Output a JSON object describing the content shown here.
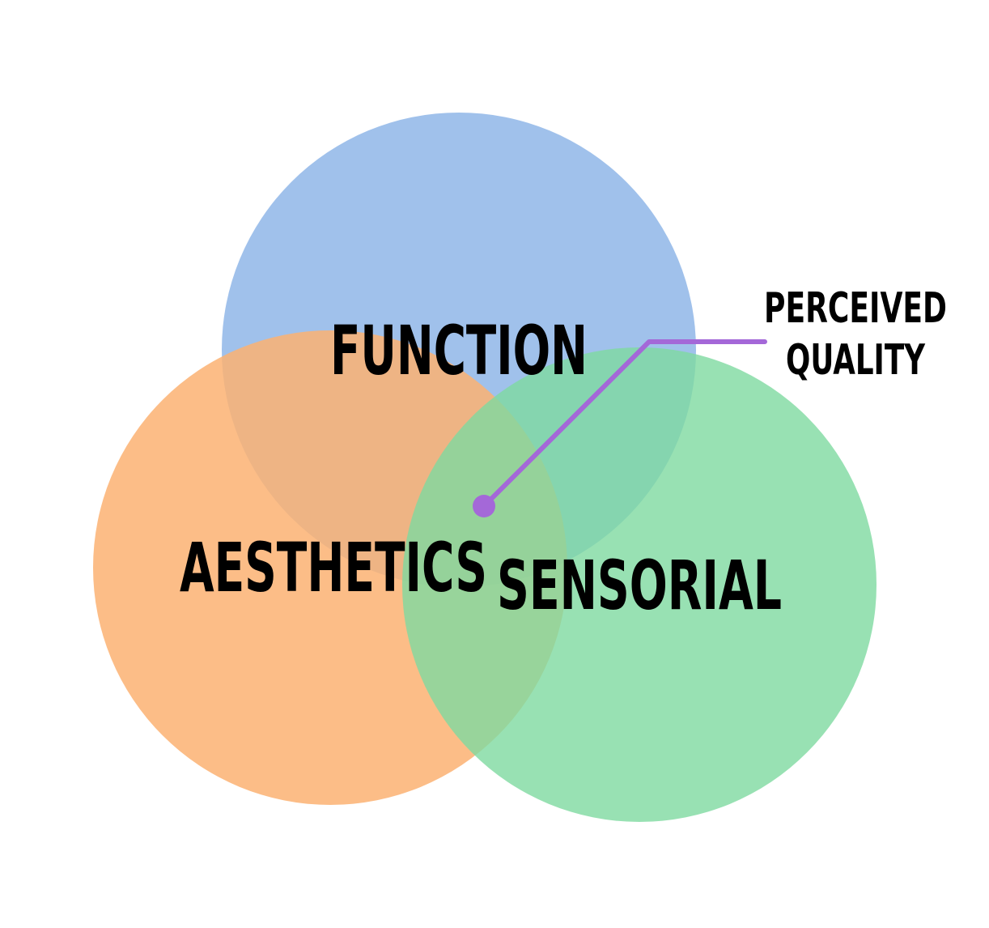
{
  "diagram": {
    "circles": [
      {
        "id": "function",
        "label": "FUNCTION",
        "color": "#8fb6e8"
      },
      {
        "id": "aesthetics",
        "label": "AESTHETICS",
        "color": "#fbb272"
      },
      {
        "id": "sensorial",
        "label": "SENSORIAL",
        "color": "#7ed9a0"
      }
    ],
    "callout": {
      "line1": "PERCEIVED",
      "line2": "QUALITY",
      "color": "#a468d8"
    }
  }
}
